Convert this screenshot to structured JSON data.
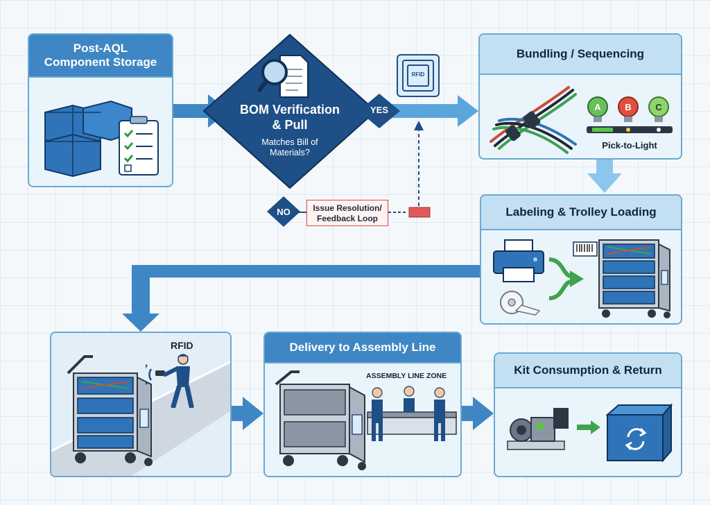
{
  "steps": {
    "storage": {
      "title": "Post-AQL\nComponent Storage"
    },
    "bom": {
      "title": "BOM Verification\n& Pull",
      "question": "Matches Bill of\nMaterials?",
      "yes": "YES",
      "no": "NO",
      "issue": "Issue Resolution/\nFeedback Loop",
      "rfid_tag": "RFID"
    },
    "bundling": {
      "title": "Bundling / Sequencing",
      "lights": [
        "A",
        "B",
        "C"
      ],
      "pick_label": "Pick-to-Light"
    },
    "labeling": {
      "title": "Labeling & Trolley Loading"
    },
    "rfid": {
      "label": "RFID"
    },
    "delivery": {
      "title": "Delivery to Assembly Line",
      "zone": "ASSEMBLY LINE ZONE"
    },
    "kit": {
      "title": "Kit Consumption & Return"
    }
  },
  "colors": {
    "primary": "#3f86c4",
    "navy": "#1e4f86",
    "light_header": "#c3e0f3",
    "arrow": "#3f86c4",
    "alert": "#d94a4a",
    "green": "#3fa34d"
  }
}
